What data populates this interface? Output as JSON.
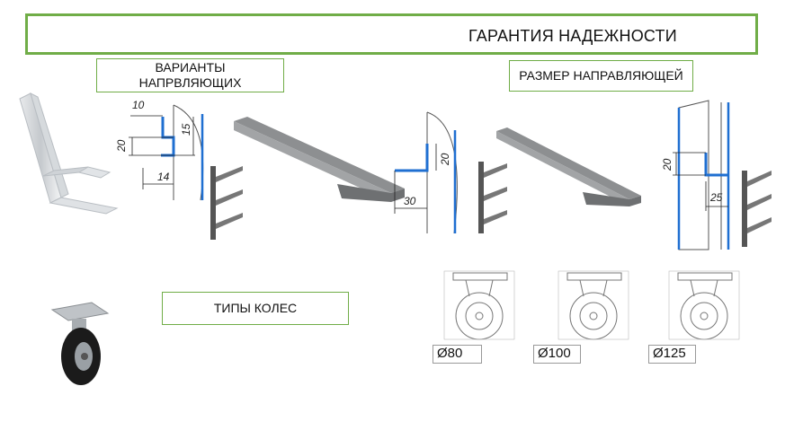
{
  "header": {
    "title": "ГАРАНТИЯ НАДЕЖНОСТИ"
  },
  "sections": {
    "variants_line1": "ВАРИАНТЫ",
    "variants_line2": "НАПРВЛЯЮЩИХ",
    "guide_size": "РАЗМЕР НАПРАВЛЯЮЩЕЙ",
    "wheel_types": "ТИПЫ КОЛЕС"
  },
  "dimensions": {
    "d10": "10",
    "d20a": "20",
    "d15": "15",
    "d14": "14",
    "d20b": "20",
    "d30": "30",
    "d20c": "20",
    "d25": "25"
  },
  "wheels": [
    {
      "size": "Ø80"
    },
    {
      "size": "Ø100"
    },
    {
      "size": "Ø125"
    }
  ],
  "colors": {
    "accent": "#70ad47",
    "profile_blue": "#1f6fd1"
  }
}
